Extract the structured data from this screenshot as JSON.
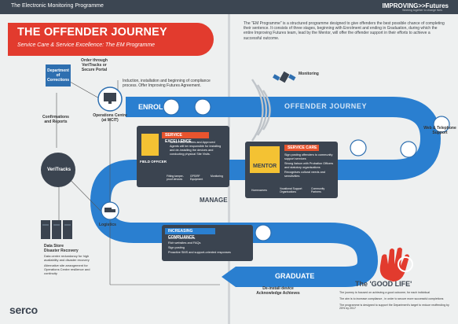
{
  "topbar": {
    "title": "The Electronic Monitoring Programme",
    "logo": "IMPROVING>>Futures",
    "logo_sub": "Working together to change lives"
  },
  "header": {
    "title": "THE OFFENDER JOURNEY",
    "subtitle": "Service Care & Service Excellence: The EM Programme"
  },
  "intro": "The \"EM Programme\" is a structured programme designed to give offenders the best possible chance of completing their sentence. It consists of three stages, beginning with Enrolment and ending in Graduation, during which the entire Improving Futures team, lead by the Mentor, will offer the offender support in their efforts to achieve a successful outcome.",
  "flow": {
    "department": "Department of Corrections",
    "order_through": "Order through VeriTracks or Secure Portal",
    "induction": "Induction, installation and beginning of compliance process. Offer Improving Futures Agreement.",
    "monitoring": "Monitoring",
    "confirmations": "Confirmations and Reports",
    "ops_centre": "Operations Centre (at MCIT)",
    "web_support": "Web & Telephone Support",
    "veritracks": "VeriTracks",
    "logistics": "Logistics",
    "data_store": "Data Store Disaster Recovery",
    "data_notes": [
      "Data centre redundancy for high availability and disaster recovery",
      "Alternative site arrangement for Operations Centre resilience and continuity"
    ],
    "deinstall": "De-install device Acknowledge Achieves"
  },
  "stages": {
    "enrol": "ENROL",
    "journey": "OFFENDER JOURNEY",
    "manage": "MANAGE",
    "graduate": "GRADUATE"
  },
  "service_excellence": {
    "tab": "SERVICE EXCELLENCE",
    "text": "Serco Field Officers and Approved Agents will be responsible for installing and de-installing the devices and conducting physical Site Visits.",
    "role": "FIELD OFFICER",
    "icons": [
      "Fitting tamper-proof devices",
      "GPS/RF Equipment",
      "Monitoring"
    ]
  },
  "service_care": {
    "tab": "SERVICE CARE",
    "bullets": [
      "Sign posting offenders to community support services",
      "Strong liaison with Probation Officers and statutory organisations",
      "Recognises cultural needs and sensitivities"
    ],
    "role": "MENTOR",
    "icons": [
      "Homeowners",
      "Vocational Support Organisations",
      "Community Partners"
    ]
  },
  "compliance": {
    "tab": "INCREASING COMPLIANCE",
    "bullets": [
      "Mentor interventions",
      "Rich websites and FAQs",
      "Sign posting",
      "Proactive SMS and support-oriented responses"
    ]
  },
  "good_life": {
    "title": "The 'GOOD LIFE'",
    "bullets": [
      "The journey is focused on achieving a good outcome, for each individual",
      "The aim is to increase compliance , in order to secure more successful completions",
      "The programme is designed to support the Department's target to reduce reoffending by 25% by 2017"
    ]
  },
  "brand": "serco",
  "colors": {
    "accent_red": "#e23b2e",
    "blue": "#2e6fb0",
    "dark_panel": "#3b4450",
    "orange": "#e8542e",
    "yellow": "#f4c233"
  },
  "icons": [
    "satellite-icon",
    "building-icon",
    "monitor-icon",
    "server-icon",
    "truck-icon",
    "person-icon",
    "phone-icon",
    "hand-icon"
  ]
}
